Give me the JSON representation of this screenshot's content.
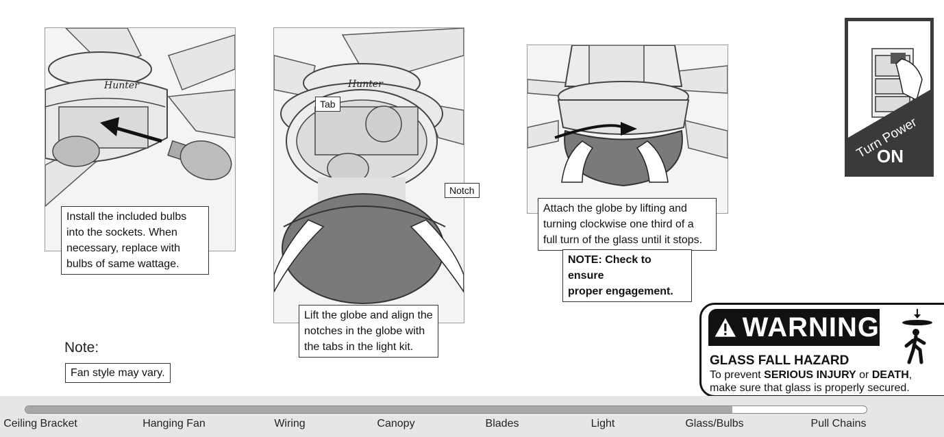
{
  "steps": [
    {
      "caption": [
        "Install the included bulbs",
        "into the sockets. When",
        "necessary, replace with",
        "bulbs of same wattage."
      ]
    },
    {
      "callouts": {
        "tab": "Tab",
        "notch": "Notch"
      },
      "caption": [
        "Lift the globe and align the",
        "notches in the globe with",
        "the tabs in the light kit."
      ]
    },
    {
      "caption": [
        "Attach the globe by lifting and",
        "turning clockwise one third of a",
        "full turn of the glass until it stops."
      ],
      "note": [
        "NOTE: Check to ensure",
        "proper engagement."
      ]
    }
  ],
  "note": {
    "title": "Note:",
    "text": "Fan style may vary."
  },
  "turn_power": {
    "label": "Turn Power",
    "state": "ON"
  },
  "warning": {
    "title": "WARNING",
    "hazard": "GLASS FALL HAZARD",
    "text_prefix": "To prevent ",
    "text_bold1": "SERIOUS INJURY",
    "text_mid": " or ",
    "text_bold2": "DEATH",
    "text_suffix": ", make sure that glass is properly secured."
  },
  "progress": {
    "stages": [
      "Ceiling Bracket",
      "Hanging Fan",
      "Wiring",
      "Canopy",
      "Blades",
      "Light",
      "Glass/Bulbs",
      "Pull Chains"
    ],
    "current": "Glass/Bulbs",
    "fraction": 0.84
  },
  "colors": {
    "bar_fill": "#a8a8a8",
    "globe": "#7a7a7a",
    "warning_black": "#111111",
    "badge_dark": "#3a3a3a"
  }
}
